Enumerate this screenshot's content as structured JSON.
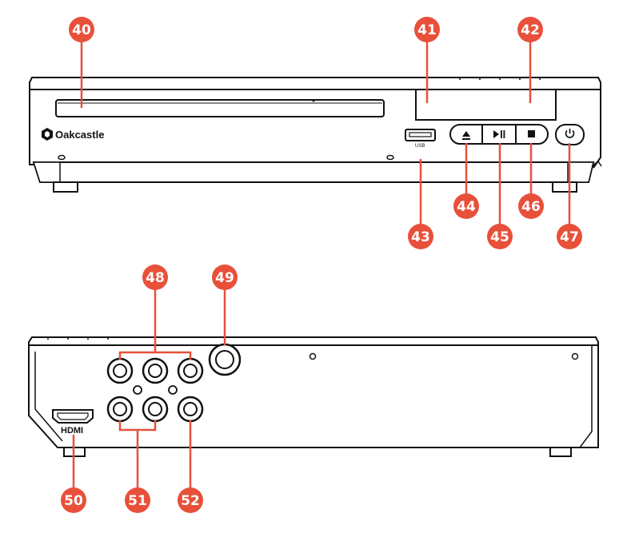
{
  "brand": "Oakcastle",
  "labels": {
    "usb": "USB",
    "hdmi": "HDMI"
  },
  "button_icons": [
    "eject-icon",
    "play-pause-icon",
    "stop-icon",
    "power-icon"
  ],
  "colors": {
    "callout": "#e8503a",
    "outline": "#111111",
    "device_fill": "#ffffff"
  },
  "callouts": {
    "c40": "40",
    "c41": "41",
    "c42": "42",
    "c43": "43",
    "c44": "44",
    "c45": "45",
    "c46": "46",
    "c47": "47",
    "c48": "48",
    "c49": "49",
    "c50": "50",
    "c51": "51",
    "c52": "52"
  }
}
